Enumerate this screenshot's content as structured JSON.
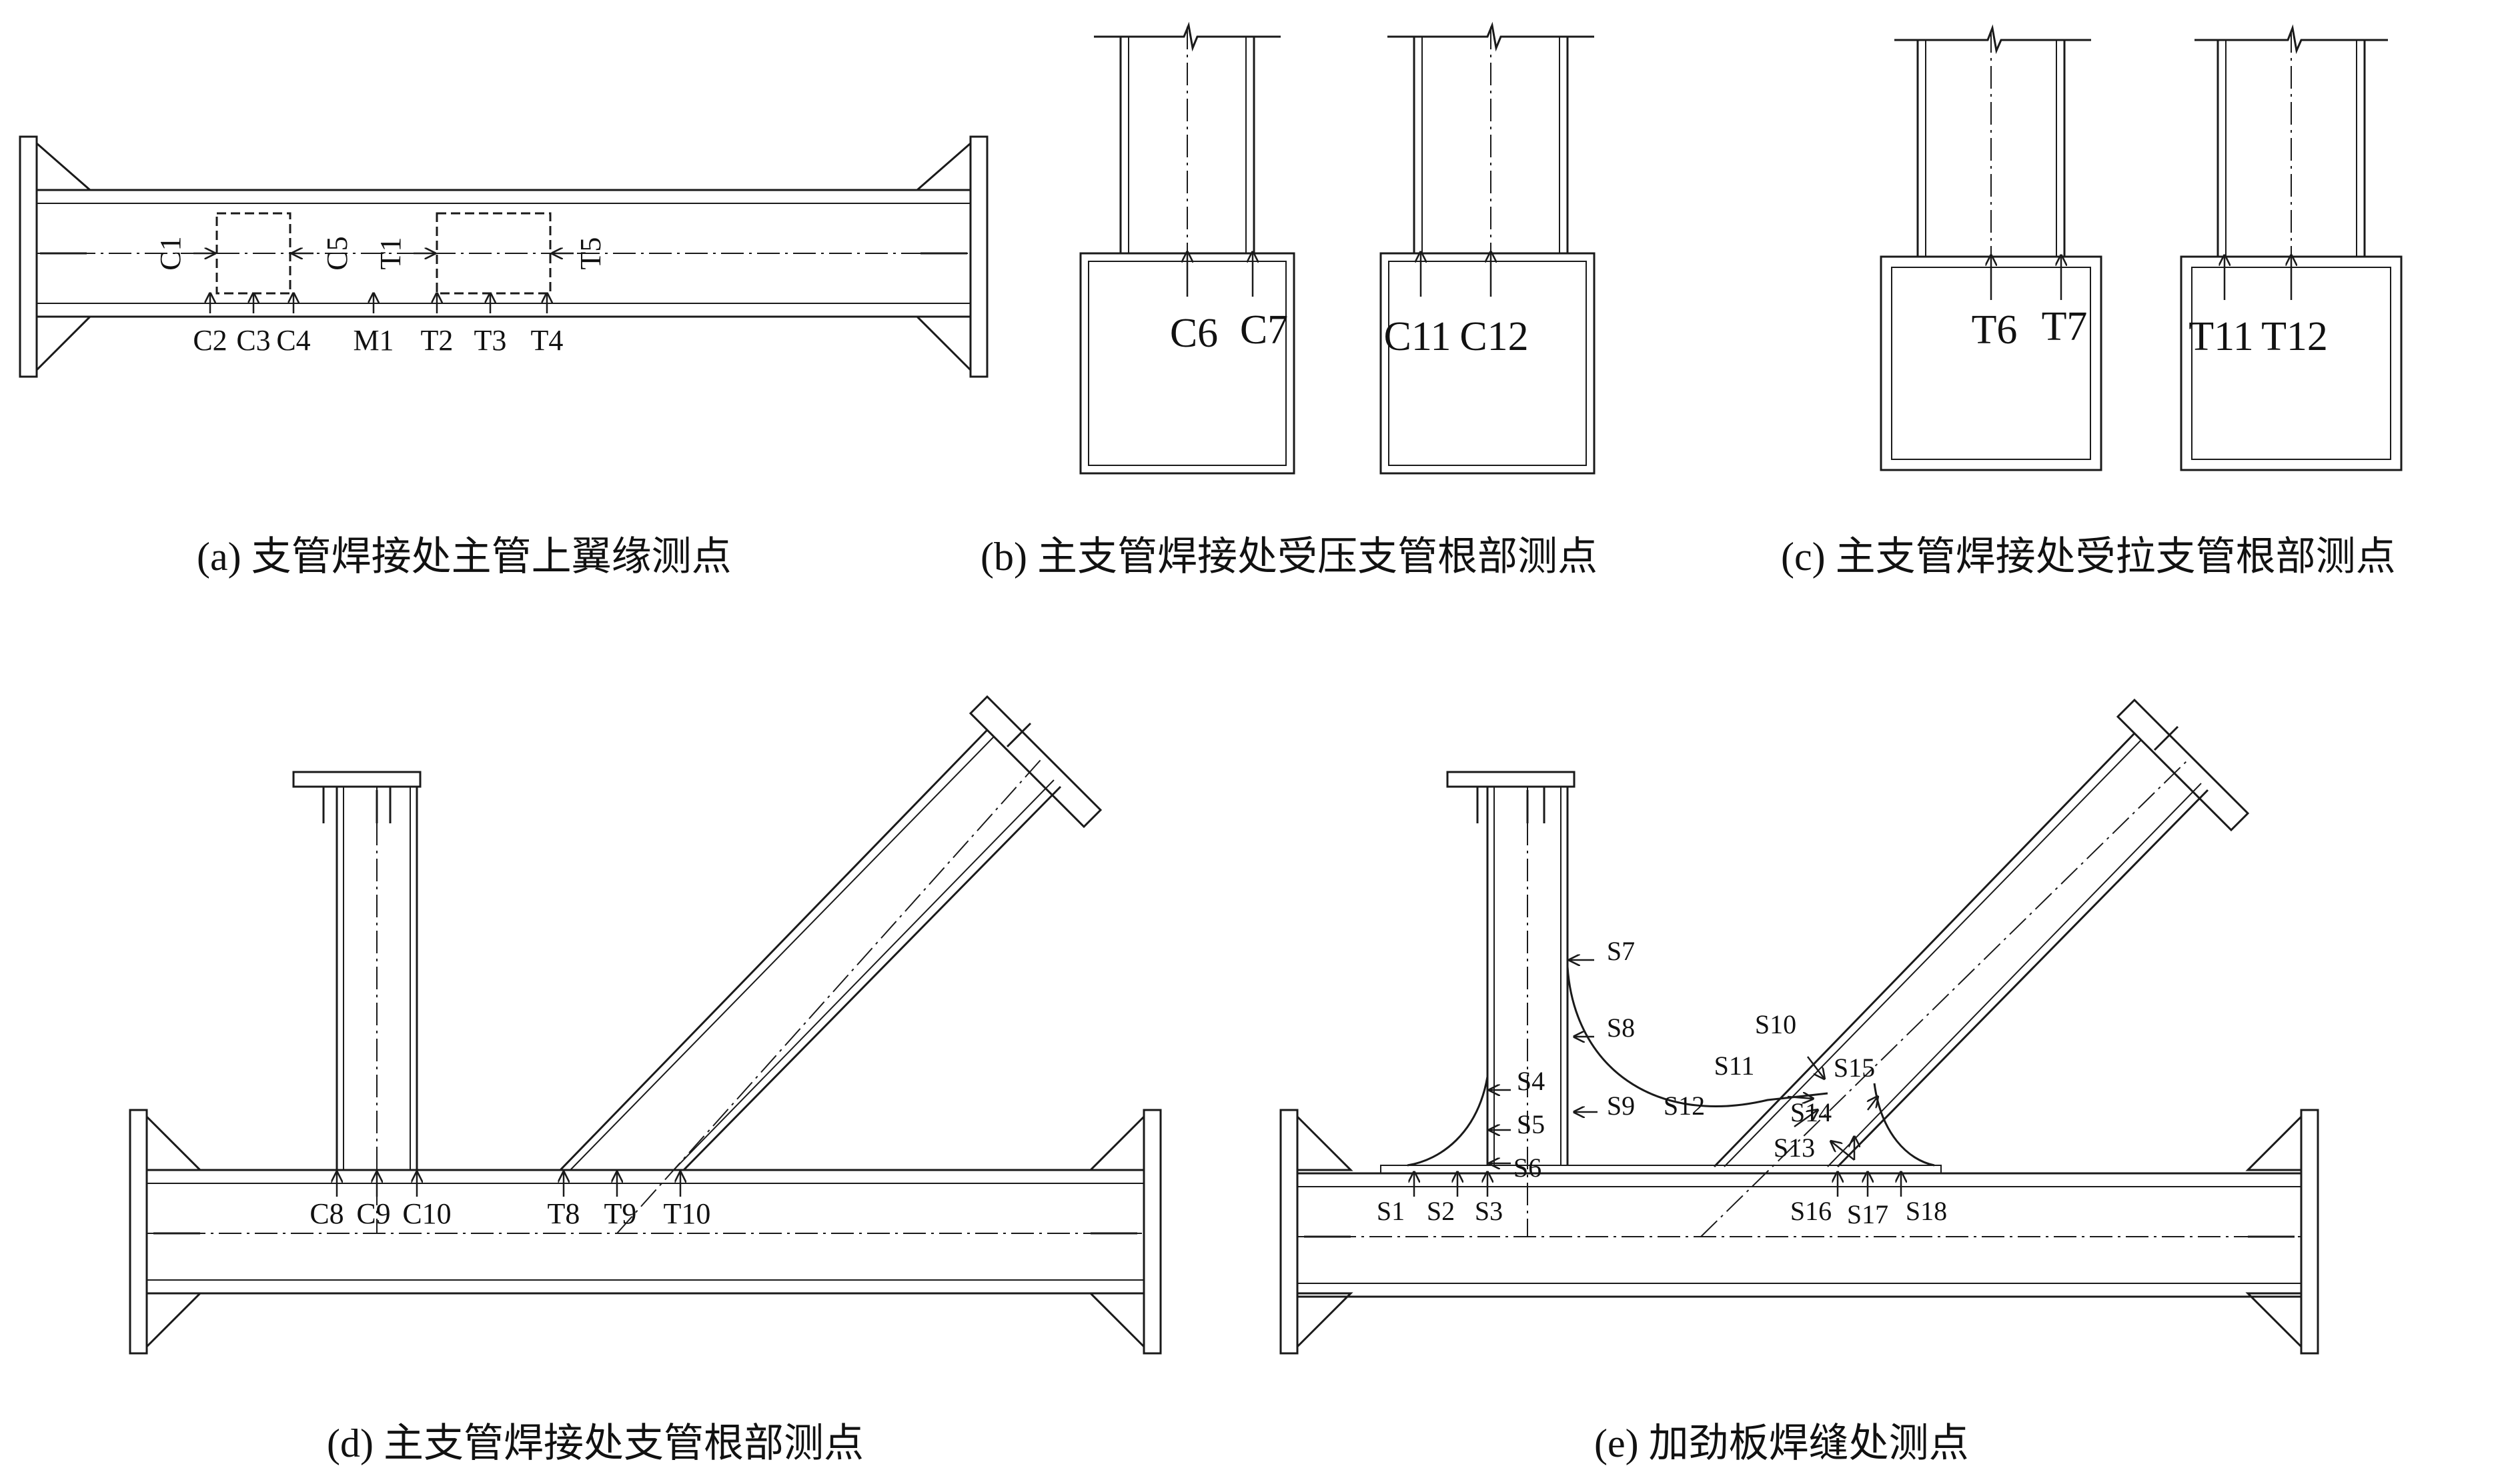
{
  "captions": {
    "a": "(a) 支管焊接处主管上翼缘测点",
    "b": "(b) 主支管焊接处受压支管根部测点",
    "c": "(c) 主支管焊接处受拉支管根部测点",
    "d": "(d) 主支管焊接处支管根部测点",
    "e": "(e) 加劲板焊缝处测点"
  },
  "panel_a": {
    "vertical_labels": [
      "C1",
      "C5",
      "T1",
      "T5"
    ],
    "bottom_labels": [
      "C2",
      "C3",
      "C4",
      "M1",
      "T2",
      "T3",
      "T4"
    ]
  },
  "panel_b": {
    "labels": [
      "C6",
      "C7",
      "C11",
      "C12"
    ]
  },
  "panel_c": {
    "labels": [
      "T6",
      "T7",
      "T11",
      "T12"
    ]
  },
  "panel_d": {
    "labels": [
      "C8",
      "C9",
      "C10",
      "T8",
      "T9",
      "T10"
    ]
  },
  "panel_e": {
    "labels": [
      "S1",
      "S2",
      "S3",
      "S4",
      "S5",
      "S6",
      "S7",
      "S8",
      "S9",
      "S10",
      "S11",
      "S12",
      "S13",
      "S14",
      "S15",
      "S16",
      "S17",
      "S18"
    ]
  }
}
